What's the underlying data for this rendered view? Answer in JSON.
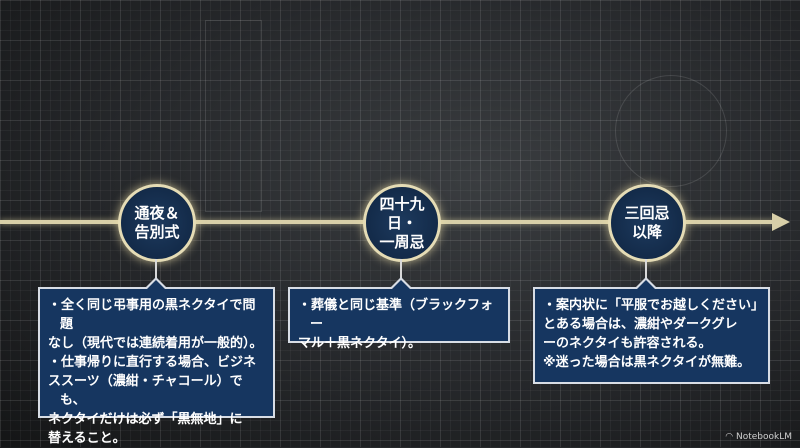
{
  "timeline": [
    {
      "title_lines": [
        "通夜＆",
        "告別式"
      ],
      "items": [
        [
          "・全く同じ弔事用の黒ネクタイで問題",
          "なし（現代では連続着用が一般的）。"
        ],
        [
          "・仕事帰りに直行する場合、ビジネ",
          "ススーツ（濃紺・チャコール）でも、",
          "ネクタイだけは必ず「黒無地」に",
          "替えること。"
        ]
      ]
    },
    {
      "title_lines": [
        "四十九日・",
        "一周忌"
      ],
      "items": [
        [
          "・葬儀と同じ基準（ブラックフォー",
          "マル＋黒ネクタイ）。"
        ]
      ]
    },
    {
      "title_lines": [
        "三回忌",
        "以降"
      ],
      "items": [
        [
          "・案内状に「平服でお越しください」",
          "とある場合は、濃紺やダークグレ",
          "ーのネクタイも許容される。"
        ],
        [
          "※迷った場合は黒ネクタイが無難。"
        ]
      ]
    }
  ],
  "watermark": "NotebookLM",
  "colors": {
    "accent": "#d8cfa8",
    "box": "#163660",
    "node": "#1d3a5e"
  }
}
